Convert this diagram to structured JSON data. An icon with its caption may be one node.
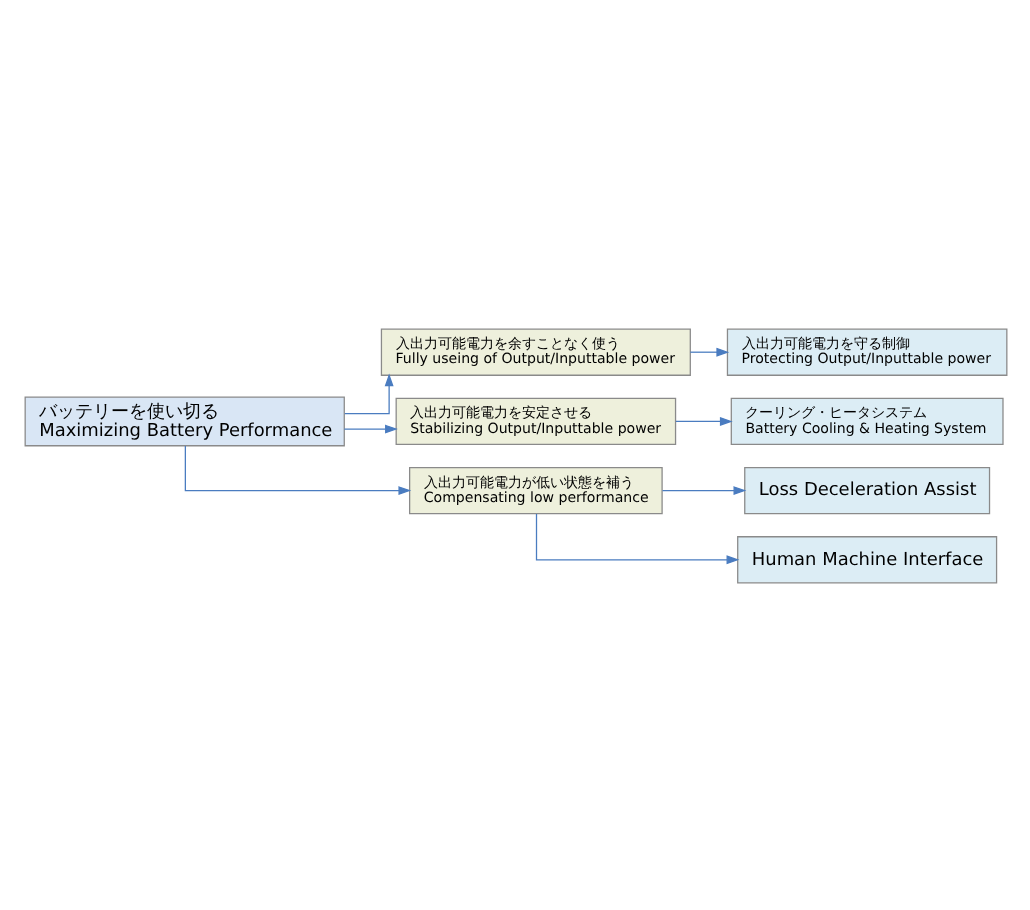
{
  "diagram": {
    "nodes": [
      {
        "text": [
          "バッテリーを使い切る",
          "Maximizing Battery Performance"
        ]
      },
      {
        "text": [
          "入出力可能電力を余すことなく使う",
          "Fully useing of Output/Inputtable power"
        ]
      },
      {
        "text": [
          "入出力可能電力を守る制御",
          "Protecting Output/Inputtable power"
        ]
      },
      {
        "text": [
          "入出力可能電力を安定させる",
          "Stabilizing Output/Inputtable power"
        ]
      },
      {
        "text": [
          "クーリング・ヒータシステム",
          "Battery Cooling & Heating System"
        ]
      },
      {
        "text": [
          "入出力可能電力が低い状態を補う",
          "Compensating low performance"
        ]
      },
      {
        "text": [
          "Loss Deceleration Assist"
        ]
      },
      {
        "text": [
          "Human Machine Interface"
        ]
      }
    ],
    "edges": [
      {
        "from": 0,
        "to": 1,
        "arrow": "to"
      },
      {
        "from": 1,
        "to": 2,
        "arrow": "to"
      },
      {
        "from": 0,
        "to": 3,
        "arrow": "to"
      },
      {
        "from": 3,
        "to": 4,
        "arrow": "to"
      },
      {
        "from": 0,
        "to": 5,
        "arrow": "to"
      },
      {
        "from": 5,
        "to": 6,
        "arrow": "to"
      },
      {
        "from": 5,
        "to": 7,
        "arrow": "to"
      }
    ]
  }
}
